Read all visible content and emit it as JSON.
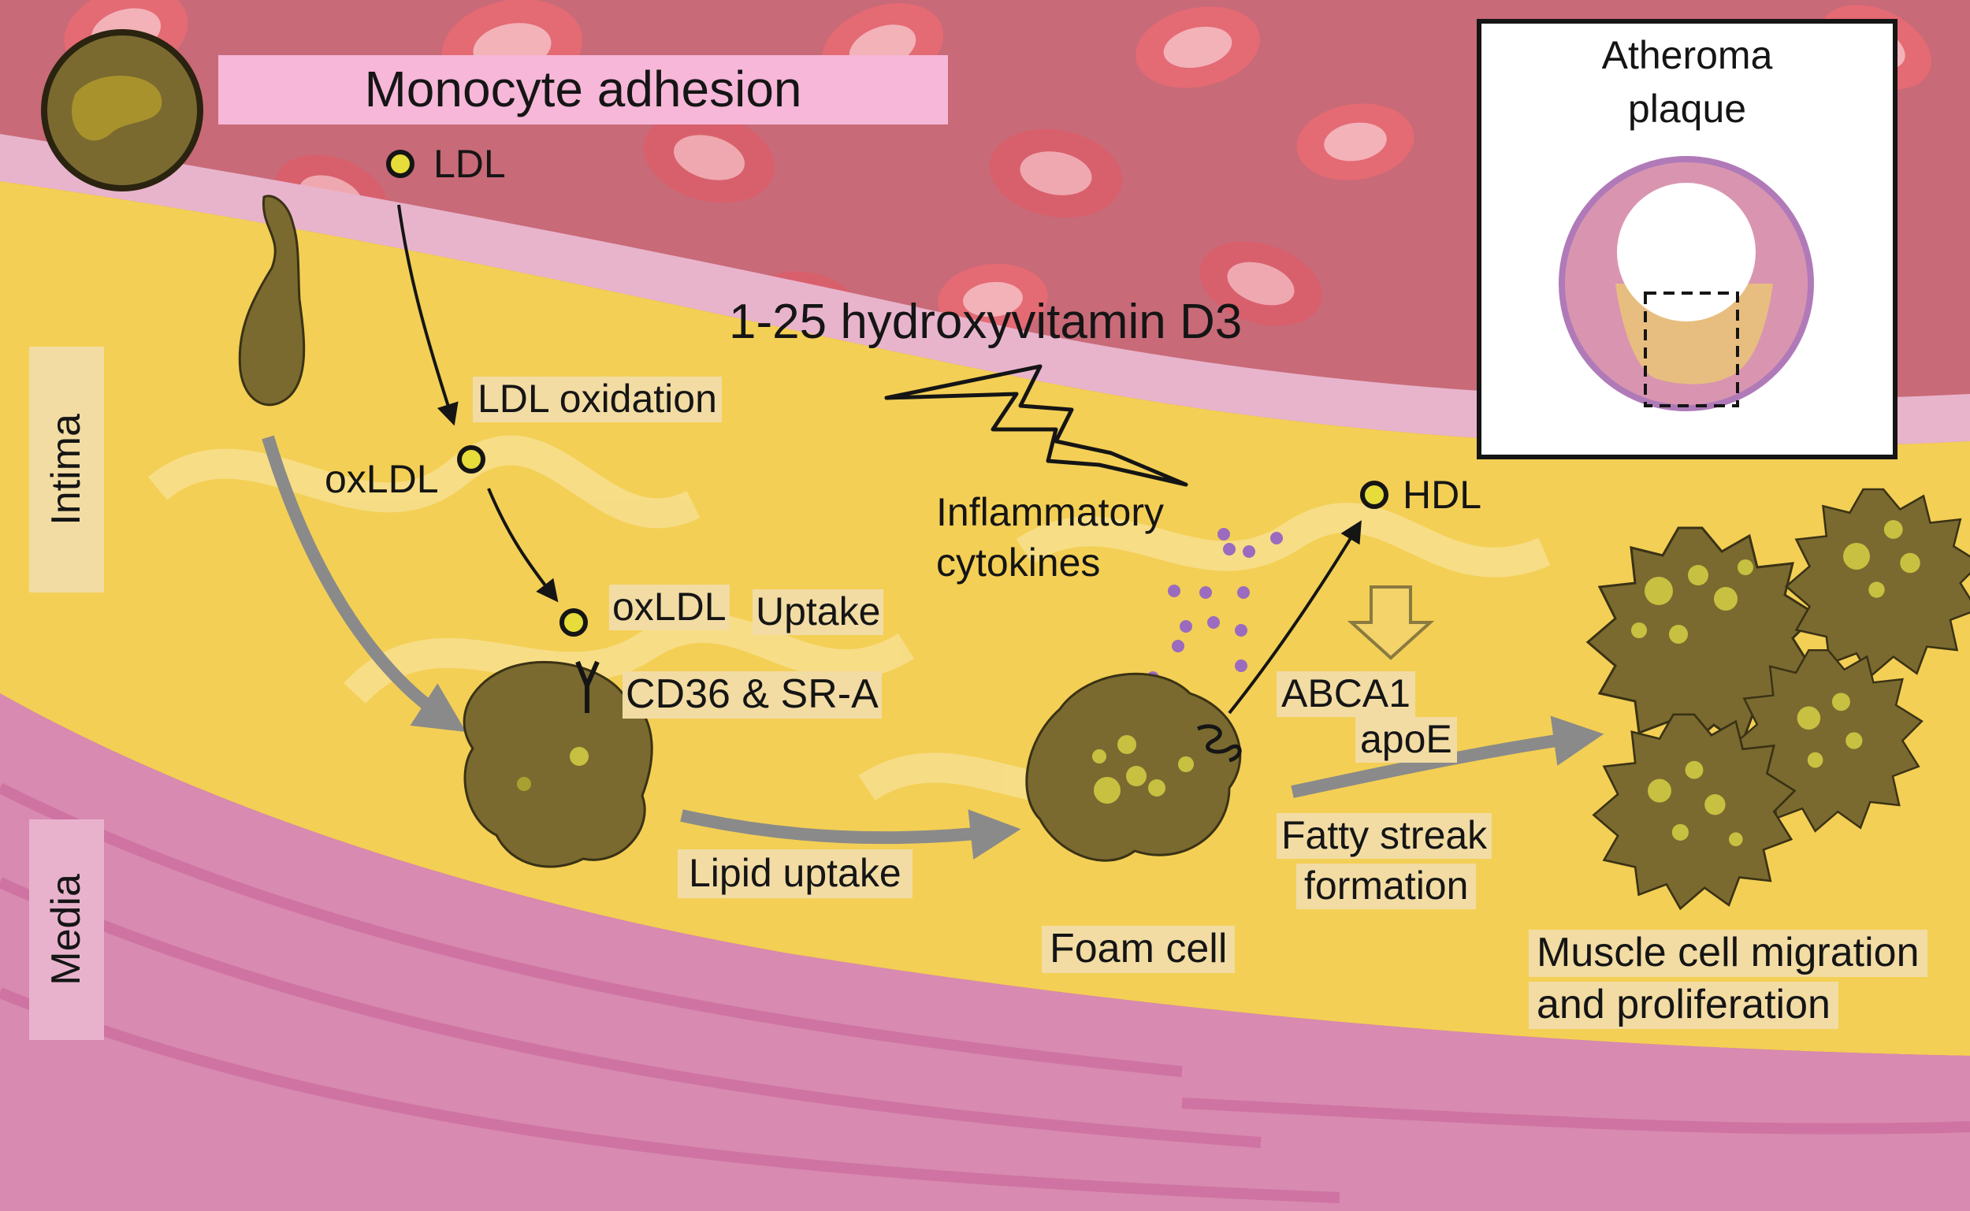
{
  "title": "Monocyte adhesion",
  "layers": {
    "intima": "Intima",
    "media": "Media"
  },
  "labels": {
    "ldl": "LDL",
    "ldl_oxidation": "LDL  oxidation",
    "oxldl": "oxLDL",
    "oxldl_uptake_a": "oxLDL",
    "oxldl_uptake_b": "Uptake",
    "receptors": "CD36 & SR-A",
    "lipid_uptake": "Lipid uptake",
    "vitamin": "1-25 hydroxyvitamin D3",
    "cytokines_line1": "Inflammatory",
    "cytokines_line2": "cytokines",
    "hdl": "HDL",
    "abca1": "ABCA1",
    "apoe": "apoE",
    "fatty_line1": "Fatty streak",
    "fatty_line2": "formation",
    "foam_cell": "Foam cell",
    "muscle_line1": "Muscle cell migration",
    "muscle_line2": "and proliferation"
  },
  "inset": {
    "line1": "Atheroma",
    "line2": "plaque"
  },
  "colors": {
    "lumen": "#c86a78",
    "intima": "#f3cf55",
    "media": "#d88ab0",
    "cell": "#7a6a30",
    "title_box": "#f6b7d8",
    "arrow": "#8a8a8a",
    "cytokine": "#9a6bbf"
  }
}
